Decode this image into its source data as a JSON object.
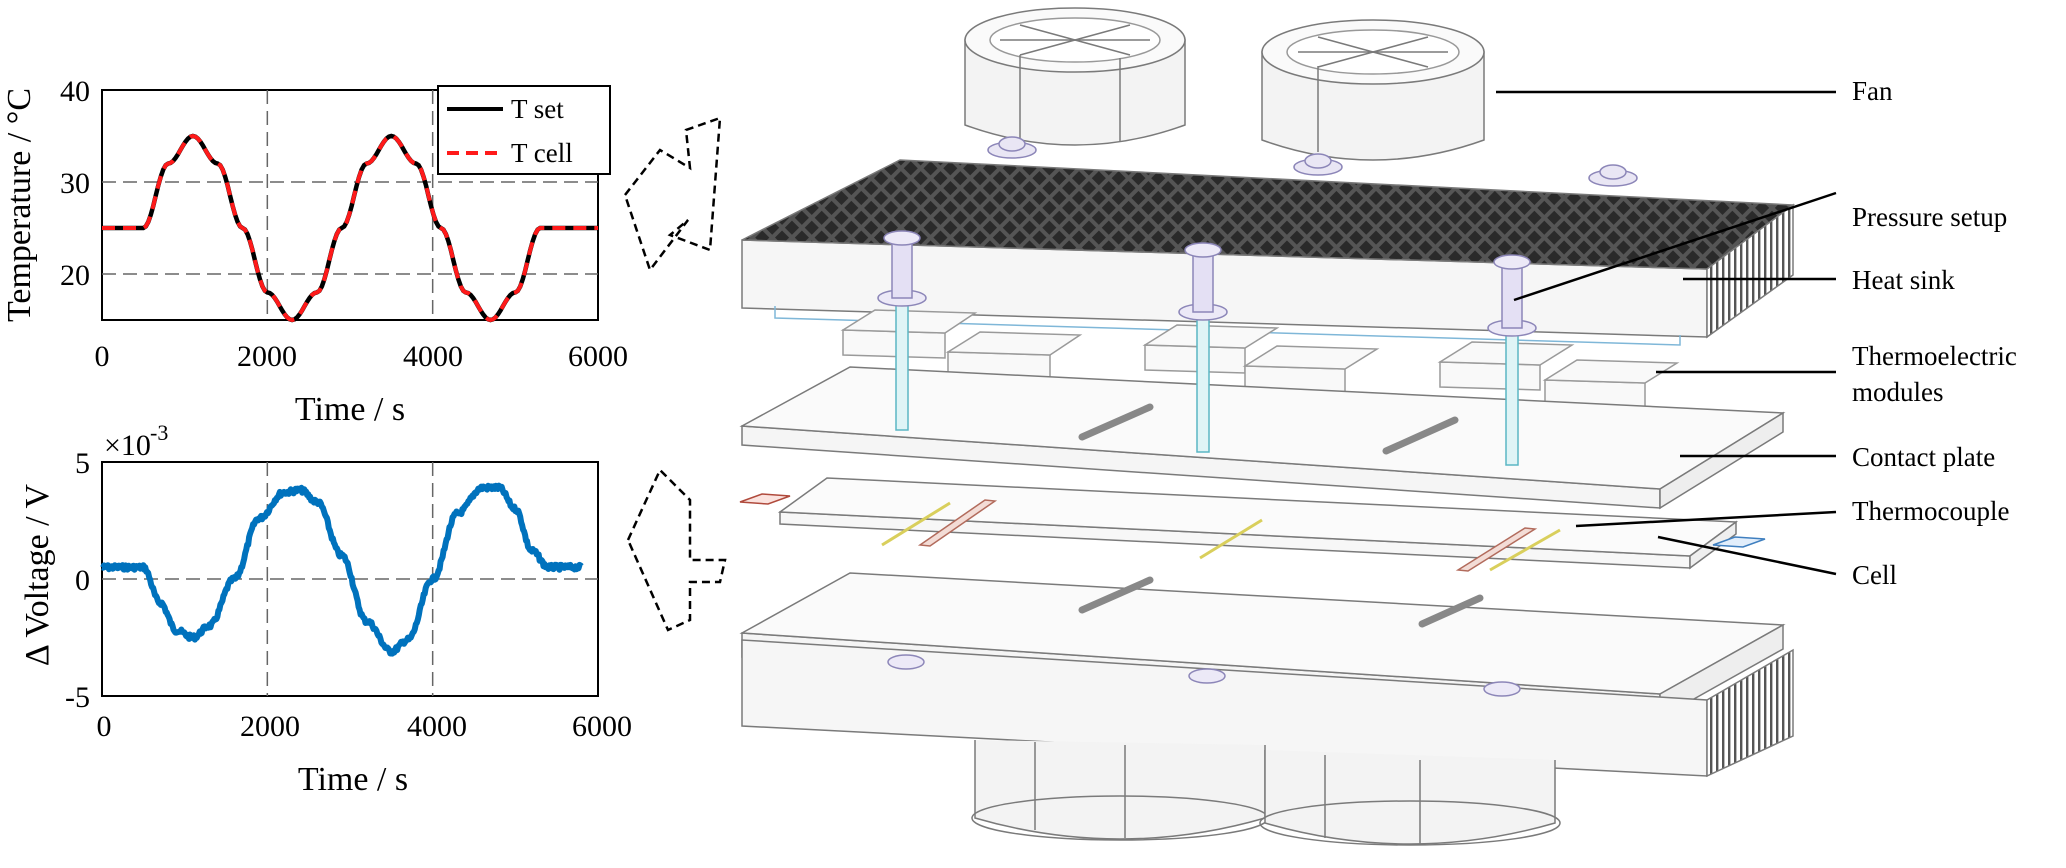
{
  "top_plot": {
    "ylabel": "Temperature / °C",
    "xlabel": "Time / s",
    "xticks": [
      "0",
      "2000",
      "4000",
      "6000"
    ],
    "yticks": [
      "40",
      "30",
      "20"
    ],
    "legend": {
      "set": "T set",
      "cell": "T cell"
    }
  },
  "bottom_plot": {
    "ylabel": "Δ Voltage / V",
    "xlabel": "Time / s",
    "xticks": [
      "0",
      "2000",
      "4000",
      "6000"
    ],
    "yticks": [
      "5",
      "0",
      "-5"
    ],
    "exponent_base": "×10",
    "exponent_power": "-3"
  },
  "labels": {
    "fan": "Fan",
    "pressure": "Pressure setup",
    "heatsink": "Heat sink",
    "te1": "Thermoelectric",
    "te2": "modules",
    "contact": "Contact plate",
    "thermocouple": "Thermocouple",
    "cell": "Cell"
  },
  "colors": {
    "t_set": "#000000",
    "t_cell": "#ff1a1a",
    "voltage": "#0072bd",
    "grid": "#666666"
  },
  "chart_data": [
    {
      "type": "line",
      "x_range": [
        0,
        6000
      ],
      "ylim": [
        15,
        40
      ],
      "grid": true,
      "legend_position": "top-right",
      "series": [
        {
          "name": "T set",
          "x": [
            0,
            500,
            800,
            1100,
            1400,
            1700,
            2000,
            2300,
            2600,
            2900,
            3200,
            3500,
            3800,
            4100,
            4400,
            4700,
            5000,
            5300,
            6000
          ],
          "y": [
            25,
            25,
            32,
            35,
            32,
            25,
            18,
            15,
            18,
            25,
            32,
            35,
            32,
            25,
            18,
            15,
            18,
            25,
            25
          ]
        },
        {
          "name": "T cell",
          "x": [
            0,
            500,
            800,
            1100,
            1400,
            1700,
            2000,
            2300,
            2600,
            2900,
            3200,
            3500,
            3800,
            4100,
            4400,
            4700,
            5000,
            5300,
            6000
          ],
          "y": [
            25,
            25,
            32,
            35,
            32,
            25,
            18,
            15,
            18,
            25,
            32,
            35,
            32,
            25,
            18,
            15,
            18,
            25,
            25
          ]
        }
      ]
    },
    {
      "type": "line",
      "x_range": [
        0,
        6000
      ],
      "ylim": [
        -5,
        5
      ],
      "y_scale_factor": "1e-3",
      "grid": true,
      "series": [
        {
          "x": [
            0,
            500,
            700,
            900,
            1100,
            1300,
            1600,
            1900,
            2200,
            2400,
            2600,
            2900,
            3200,
            3500,
            3700,
            4000,
            4300,
            4600,
            4800,
            5000,
            5200,
            5400,
            5800
          ],
          "y": [
            0.5,
            0.5,
            -1.0,
            -2.2,
            -2.5,
            -2.0,
            0,
            2.6,
            3.7,
            3.8,
            3.3,
            1.0,
            -1.8,
            -3.1,
            -2.6,
            0,
            2.8,
            3.9,
            3.9,
            3.0,
            1.2,
            0.5,
            0.5
          ]
        }
      ]
    }
  ]
}
